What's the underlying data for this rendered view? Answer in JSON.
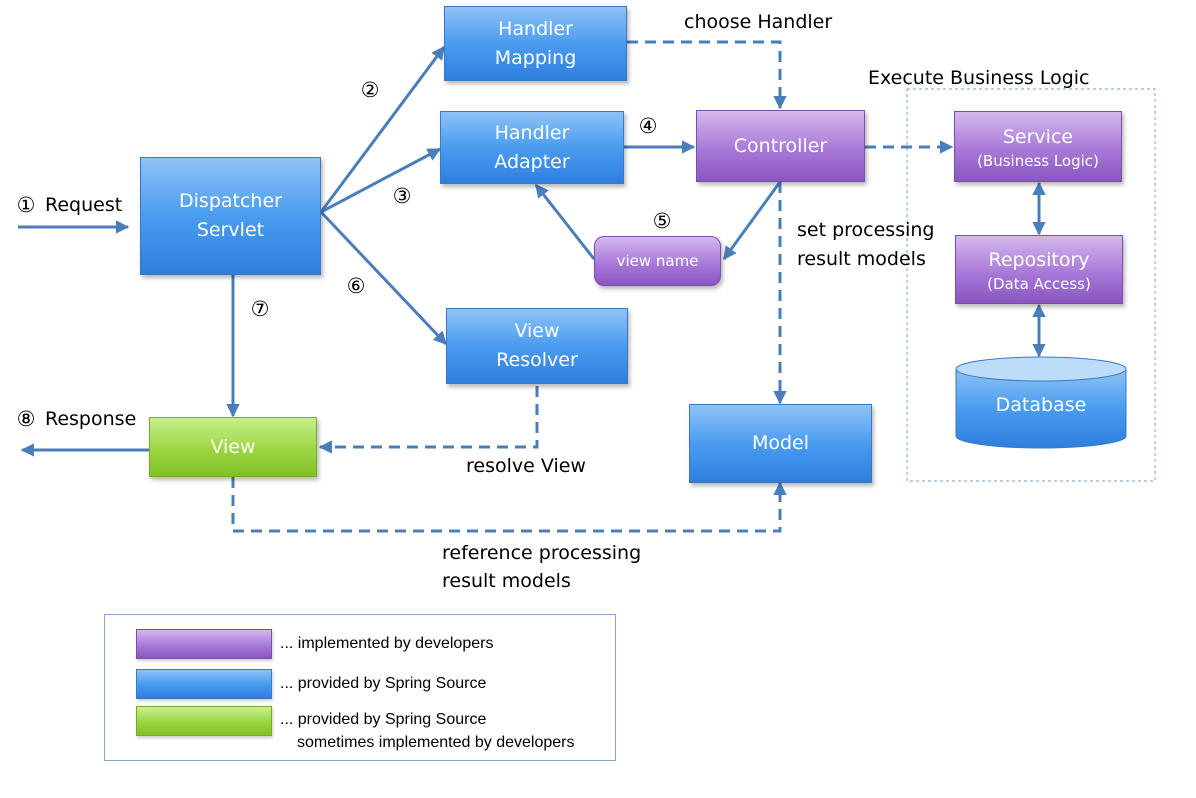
{
  "nodes": {
    "handler_mapping": [
      "Handler",
      "Mapping"
    ],
    "handler_adapter": [
      "Handler",
      "Adapter"
    ],
    "controller": "Controller",
    "dispatcher_servlet": [
      "Dispatcher",
      "Servlet"
    ],
    "view_name": "view name",
    "view_resolver": [
      "View",
      "Resolver"
    ],
    "view": "View",
    "model": "Model",
    "service": {
      "title": "Service",
      "sub": "(Business Logic)"
    },
    "repository": {
      "title": "Repository",
      "sub": "(Data Access)"
    },
    "database": "Database"
  },
  "labels": {
    "request": "Request",
    "response": "Response",
    "choose_handler": "choose Handler",
    "execute_business_logic": "Execute Business Logic",
    "set_processing_1": "set processing",
    "set_processing_2": "result models",
    "resolve_view": "resolve View",
    "reference_1": "reference processing",
    "reference_2": "result models"
  },
  "steps": {
    "s1": "①",
    "s2": "②",
    "s3": "③",
    "s4": "④",
    "s5": "⑤",
    "s6": "⑥",
    "s7": "⑦",
    "s8": "⑧"
  },
  "legend": [
    {
      "color": "purple",
      "text": "... implemented by developers"
    },
    {
      "color": "blue",
      "text": "... provided by Spring Source"
    },
    {
      "color": "green",
      "text": "... provided by Spring Source",
      "text2": "sometimes implemented by developers"
    }
  ],
  "colors": {
    "arrow": "#4a7ebb",
    "blue_box": "#4a9cf0",
    "purple_box": "#a879d8",
    "green_box": "#9bd642"
  }
}
